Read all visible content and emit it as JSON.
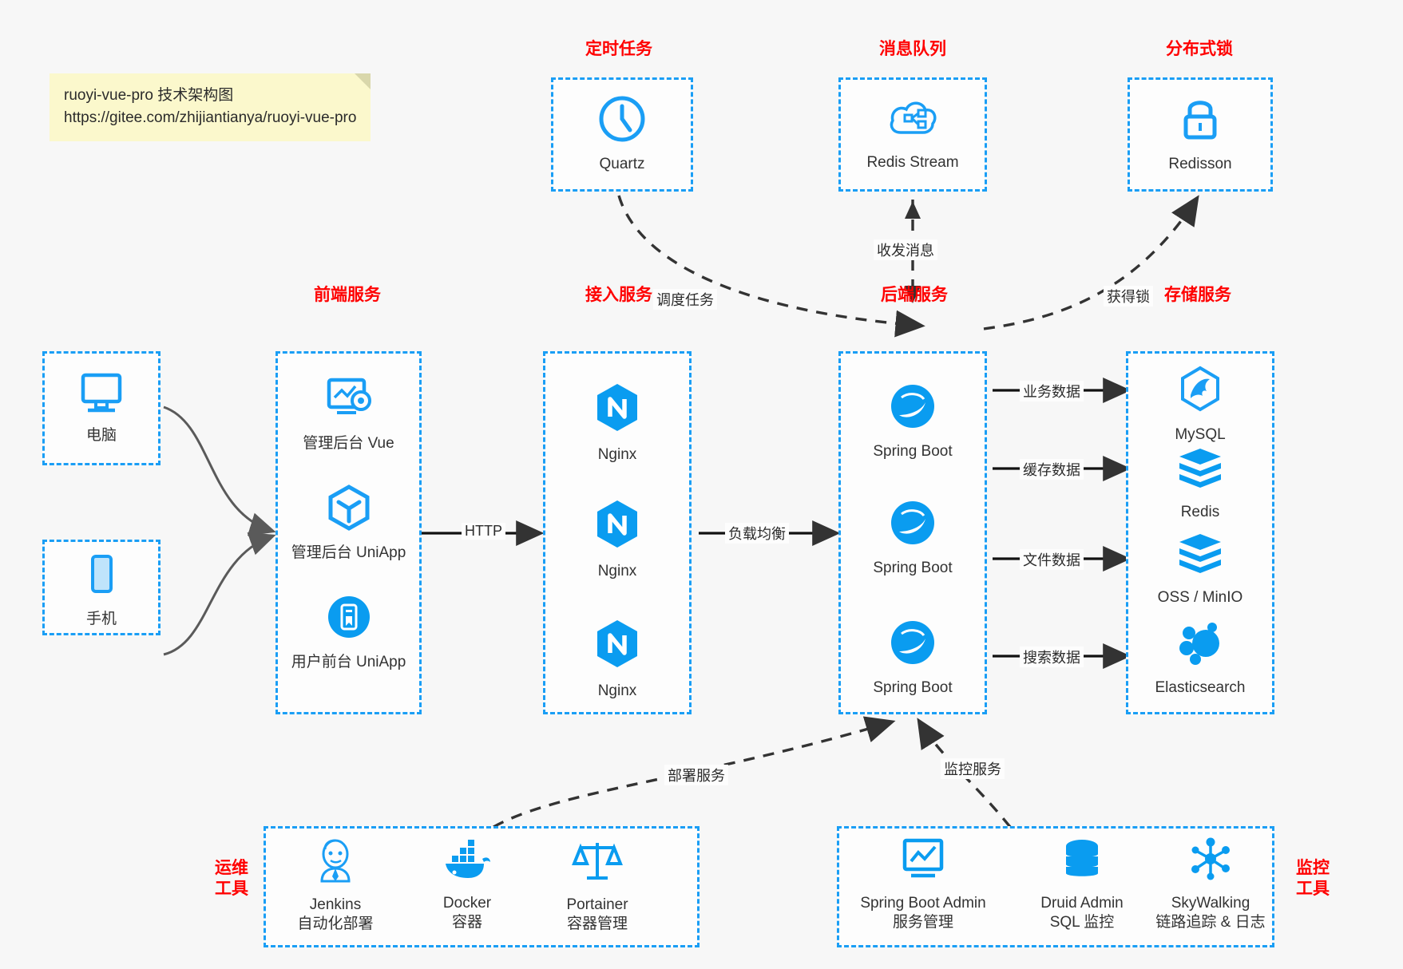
{
  "note": {
    "line1": "ruoyi-vue-pro 技术架构图",
    "line2": "https://gitee.com/zhijiantianya/ruoyi-vue-pro"
  },
  "colors": {
    "accent_blue": "#1a9ef5",
    "title_red": "#ff0000",
    "background": "#f7f7f7",
    "note_yellow": "#fbf8cc",
    "arrow_gray": "#555555",
    "text_dark": "#333333"
  },
  "groups": {
    "scheduled_task": {
      "title": "定时任务",
      "nodes": [
        {
          "label": "Quartz",
          "icon": "clock-icon"
        }
      ]
    },
    "message_queue": {
      "title": "消息队列",
      "nodes": [
        {
          "label": "Redis Stream",
          "icon": "cloud-stream-icon"
        }
      ]
    },
    "distributed_lock": {
      "title": "分布式锁",
      "nodes": [
        {
          "label": "Redisson",
          "icon": "lock-icon"
        }
      ]
    },
    "clients": {
      "nodes": [
        {
          "label": "电脑",
          "icon": "desktop-icon"
        },
        {
          "label": "手机",
          "icon": "mobile-icon"
        }
      ]
    },
    "frontend": {
      "title": "前端服务",
      "nodes": [
        {
          "label": "管理后台 Vue",
          "icon": "dashboard-gear-icon"
        },
        {
          "label": "管理后台 UniApp",
          "icon": "cube-icon"
        },
        {
          "label": "用户前台 UniApp",
          "icon": "phone-app-icon"
        }
      ]
    },
    "gateway": {
      "title": "接入服务",
      "nodes": [
        {
          "label": "Nginx",
          "icon": "nginx-icon"
        },
        {
          "label": "Nginx",
          "icon": "nginx-icon"
        },
        {
          "label": "Nginx",
          "icon": "nginx-icon"
        }
      ]
    },
    "backend": {
      "title": "后端服务",
      "nodes": [
        {
          "label": "Spring Boot",
          "icon": "spring-boot-icon"
        },
        {
          "label": "Spring Boot",
          "icon": "spring-boot-icon"
        },
        {
          "label": "Spring Boot",
          "icon": "spring-boot-icon"
        }
      ]
    },
    "storage": {
      "title": "存储服务",
      "nodes": [
        {
          "label": "MySQL",
          "icon": "mysql-icon"
        },
        {
          "label": "Redis",
          "icon": "redis-icon"
        },
        {
          "label": "OSS / MinIO",
          "icon": "oss-minio-icon"
        },
        {
          "label": "Elasticsearch",
          "icon": "elasticsearch-icon"
        }
      ]
    },
    "devops": {
      "title": "运维\n工具",
      "title_line1": "运维",
      "title_line2": "工具",
      "nodes": [
        {
          "label": "Jenkins",
          "sub": "自动化部署",
          "icon": "jenkins-icon"
        },
        {
          "label": "Docker",
          "sub": "容器",
          "icon": "docker-icon"
        },
        {
          "label": "Portainer",
          "sub": "容器管理",
          "icon": "portainer-scales-icon"
        }
      ]
    },
    "monitoring": {
      "title_line1": "监控",
      "title_line2": "工具",
      "nodes": [
        {
          "label": "Spring Boot Admin",
          "sub": "服务管理",
          "icon": "monitor-chart-icon"
        },
        {
          "label": "Druid Admin",
          "sub": "SQL 监控",
          "icon": "database-icon"
        },
        {
          "label": "SkyWalking",
          "sub": "链路追踪 & 日志",
          "icon": "skywalking-icon"
        }
      ]
    }
  },
  "edges": [
    {
      "label": "调度任务",
      "from": "scheduled_task",
      "to": "backend"
    },
    {
      "label": "收发消息",
      "from": "message_queue",
      "to": "backend"
    },
    {
      "label": "获得锁",
      "from": "backend",
      "to": "distributed_lock"
    },
    {
      "label": "HTTP",
      "from": "frontend",
      "to": "gateway"
    },
    {
      "label": "负载均衡",
      "from": "gateway",
      "to": "backend"
    },
    {
      "label": "业务数据",
      "from": "backend",
      "to": "storage"
    },
    {
      "label": "缓存数据",
      "from": "backend",
      "to": "storage"
    },
    {
      "label": "文件数据",
      "from": "backend",
      "to": "storage"
    },
    {
      "label": "搜索数据",
      "from": "backend",
      "to": "storage"
    },
    {
      "label": "部署服务",
      "from": "devops",
      "to": "backend"
    },
    {
      "label": "监控服务",
      "from": "monitoring",
      "to": "backend"
    }
  ]
}
